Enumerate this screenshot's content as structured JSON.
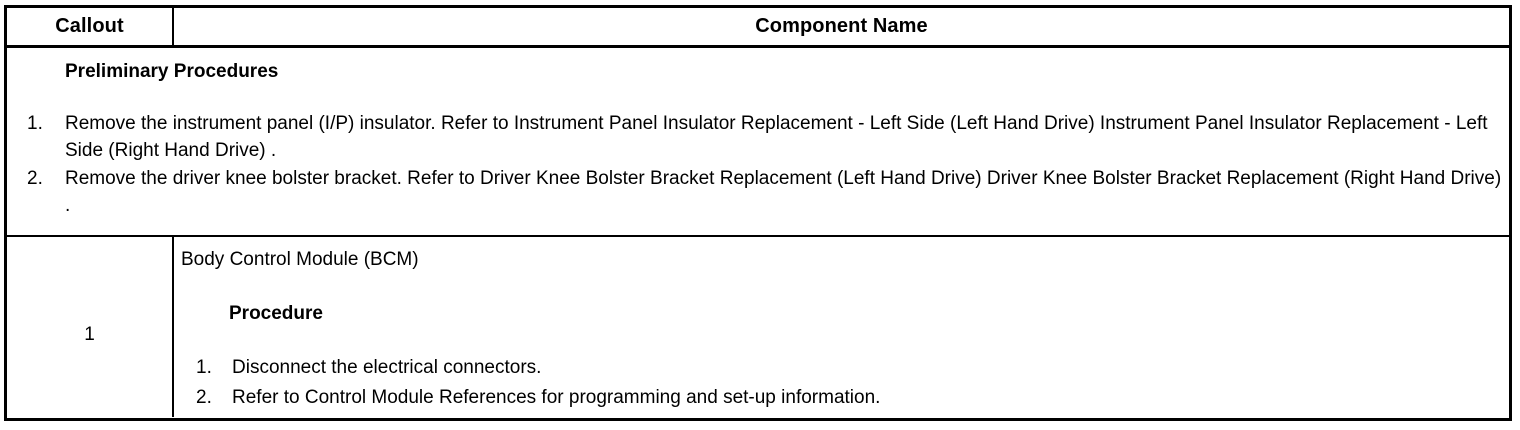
{
  "table": {
    "headers": {
      "callout": "Callout",
      "component_name": "Component Name"
    },
    "preliminary": {
      "title": "Preliminary Procedures",
      "items": [
        {
          "number": "1.",
          "text": "Remove the instrument panel (I/P) insulator. Refer to Instrument Panel Insulator Replacement - Left Side (Left Hand Drive) Instrument Panel Insulator Replacement - Left Side (Right Hand Drive) ."
        },
        {
          "number": "2.",
          "text": "Remove the driver knee bolster bracket. Refer to Driver Knee Bolster Bracket Replacement (Left Hand Drive) Driver Knee Bolster Bracket Replacement (Right Hand Drive) ."
        }
      ]
    },
    "rows": [
      {
        "callout": "1",
        "component_name": "Body Control Module (BCM)",
        "procedure_heading": "Procedure",
        "procedure_steps": [
          {
            "number": "1.",
            "text": "Disconnect the electrical connectors."
          },
          {
            "number": "2.",
            "text": "Refer to Control Module References for programming and set-up information."
          }
        ]
      }
    ]
  },
  "colors": {
    "border": "#000000",
    "text": "#000000",
    "background": "#ffffff"
  }
}
